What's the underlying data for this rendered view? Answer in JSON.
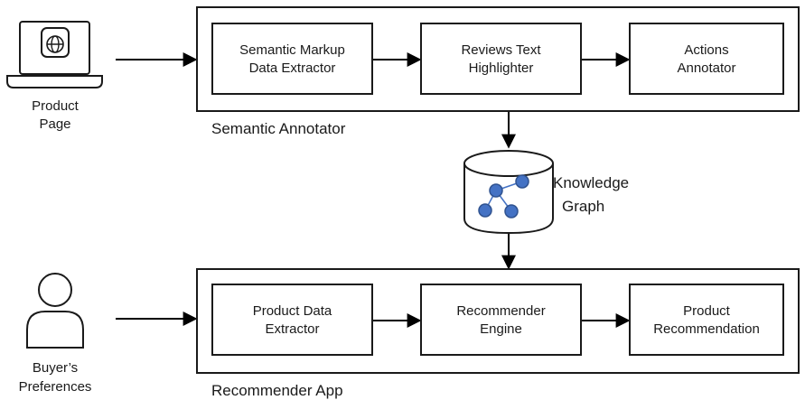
{
  "diagram": {
    "product_page": {
      "icon": "laptop-globe-icon",
      "label": [
        "Product",
        "Page"
      ]
    },
    "buyer": {
      "icon": "person-icon",
      "label": [
        "Buyer’s",
        "Preferences"
      ]
    },
    "semantic_annotator": {
      "caption": "Semantic Annotator",
      "boxes": [
        {
          "lines": [
            "Semantic Markup",
            "Data Extractor"
          ]
        },
        {
          "lines": [
            "Reviews Text",
            "Highlighter"
          ]
        },
        {
          "lines": [
            "Actions",
            "Annotator"
          ]
        }
      ]
    },
    "knowledge_graph": {
      "icon": "database-graph-icon",
      "label": [
        "Knowledge",
        "Graph"
      ],
      "node_color": "#4472c4"
    },
    "recommender_app": {
      "caption": "Recommender App",
      "boxes": [
        {
          "lines": [
            "Product Data",
            "Extractor"
          ]
        },
        {
          "lines": [
            "Recommender",
            "Engine"
          ]
        },
        {
          "lines": [
            "Product",
            "Recommendation"
          ]
        }
      ]
    }
  }
}
